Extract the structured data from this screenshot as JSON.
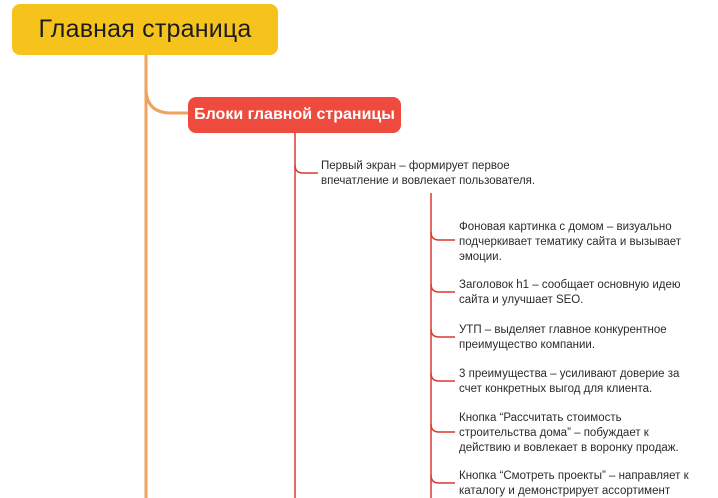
{
  "root": {
    "label": "Главная страница"
  },
  "branch": {
    "label": "Блоки главной страницы"
  },
  "section": {
    "lines": [
      "Первый экран – формирует первое",
      "впечатление и вовлекает пользователя."
    ]
  },
  "items": [
    {
      "lines": [
        "Фоновая картинка с домом – визуально",
        "подчеркивает тематику сайта и вызывает",
        "эмоции."
      ]
    },
    {
      "lines": [
        "Заголовок h1 – сообщает основную идею",
        "сайта и улучшает SEO."
      ]
    },
    {
      "lines": [
        "УТП – выделяет главное конкурентное",
        "преимущество компании."
      ]
    },
    {
      "lines": [
        "3 преимущества – усиливают доверие за",
        "счет конкретных выгод для клиента."
      ]
    },
    {
      "lines": [
        "Кнопка “Рассчитать стоимость",
        "строительства дома” – побуждает к",
        "действию и вовлекает в воронку продаж."
      ]
    },
    {
      "lines": [
        "Кнопка “Смотреть проекты” – направляет к",
        "каталогу и демонстрирует ассортимент"
      ]
    }
  ],
  "colors": {
    "root_fill": "#f6c21c",
    "root_line": "#f0a35a",
    "branch_fill": "#ee4b3e",
    "branch_line": "#d93a32"
  }
}
